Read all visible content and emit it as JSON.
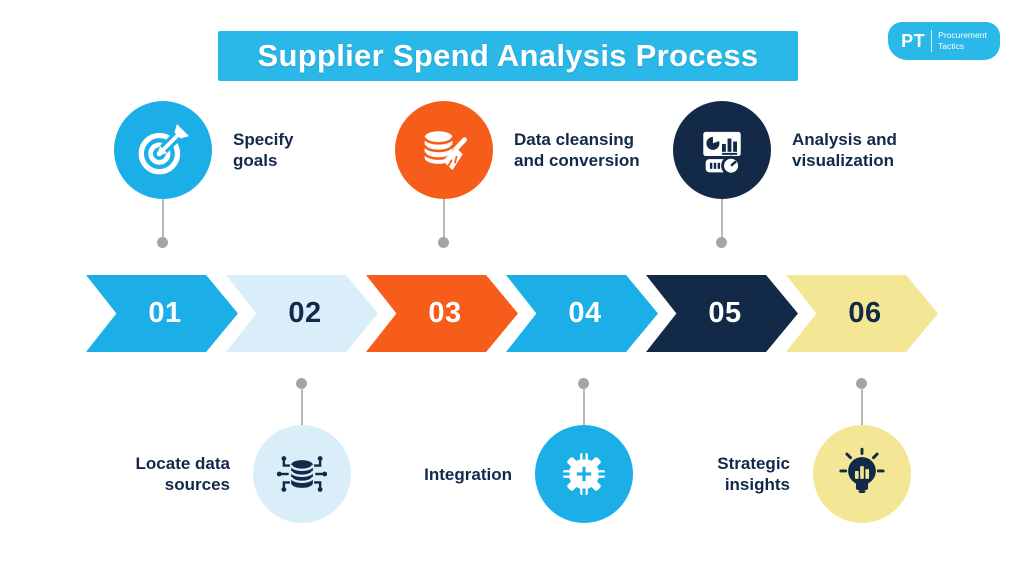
{
  "title": "Supplier Spend Analysis Process",
  "logo": {
    "initials": "PT",
    "name_line1": "Procurement",
    "name_line2": "Tactics"
  },
  "colors": {
    "banner_cyan": "#2ab8e9",
    "cyan": "#1caee6",
    "pale_blue": "#d9eef8",
    "orange": "#f65d1a",
    "navy": "#122a47",
    "pale_yellow": "#f3e795",
    "text_navy": "#12294b",
    "connector_line": "#b6b8ba",
    "connector_dot": "#a3a5a8",
    "white": "#ffffff"
  },
  "top_steps": [
    {
      "label_line1": "Specify",
      "label_line2": "goals",
      "icon": "target-goal-icon",
      "circle_color": "#1caee6",
      "icon_color": "#ffffff"
    },
    {
      "label_line1": "Data cleansing",
      "label_line2": "and conversion",
      "icon": "data-cleansing-icon",
      "circle_color": "#f65d1a",
      "icon_color": "#ffffff"
    },
    {
      "label_line1": "Analysis and",
      "label_line2": "visualization",
      "icon": "analysis-dashboard-icon",
      "circle_color": "#122a47",
      "icon_color": "#ffffff"
    }
  ],
  "arrows": [
    {
      "number": "01",
      "color": "#1caee6",
      "text_color": "#ffffff"
    },
    {
      "number": "02",
      "color": "#d9eef8",
      "text_color": "#12294b"
    },
    {
      "number": "03",
      "color": "#f65d1a",
      "text_color": "#ffffff"
    },
    {
      "number": "04",
      "color": "#1caee6",
      "text_color": "#ffffff"
    },
    {
      "number": "05",
      "color": "#122a47",
      "text_color": "#ffffff"
    },
    {
      "number": "06",
      "color": "#f3e795",
      "text_color": "#12294b"
    }
  ],
  "bottom_steps": [
    {
      "label_line1": "Locate data",
      "label_line2": "sources",
      "icon": "data-sources-network-icon",
      "circle_color": "#d9eef8",
      "icon_color": "#122a47"
    },
    {
      "label_line1": "Integration",
      "label_line2": "",
      "icon": "integration-puzzle-gear-icon",
      "circle_color": "#1caee6",
      "icon_color": "#ffffff"
    },
    {
      "label_line1": "Strategic",
      "label_line2": "insights",
      "icon": "strategic-insights-bulb-icon",
      "circle_color": "#f3e795",
      "icon_color": "#122a47"
    }
  ]
}
